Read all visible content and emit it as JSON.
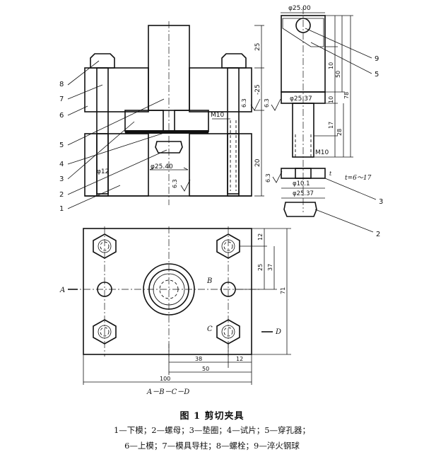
{
  "figure": {
    "title": "图 1   剪切夹具",
    "legend_line1": "1—下模；2—螺母；3—垫圈；4—试片；5—穿孔器；",
    "legend_line2": "6—上模；7—模具导柱；8—螺栓；9—淬火钢球"
  },
  "part_labels": {
    "left_8": "8",
    "left_7": "7",
    "left_6": "6",
    "left_5": "5",
    "left_4": "4",
    "left_3": "3",
    "left_2": "2",
    "left_1": "1",
    "right_9": "9",
    "right_5": "5",
    "right_3": "3",
    "right_2": "2"
  },
  "dimensions": {
    "dia_25_00": "φ25.00",
    "dia_25_37_punch": "φ25.37",
    "dia_25_40": "φ25.40",
    "dia_12": "φ12",
    "dia_10_1": "φ10.1",
    "dia_25_37_washer": "φ25.37",
    "thread_m10_left": "M10",
    "thread_m10_right": "M10",
    "rough_6_3_a": "6.3",
    "rough_6_3_b": "6.3",
    "rough_6_3_c": "6.3",
    "rough_6_3_d": "6.3",
    "tol_t": "t=6～17",
    "tol_t_small": "t",
    "d25": "25",
    "d_25neg": "-25",
    "d20": "20",
    "d10a": "10",
    "d50": "50",
    "d78": "78",
    "d10b": "10",
    "d17": "17",
    "d28": "28",
    "d12": "12",
    "d25b": "25",
    "d37": "37",
    "d71": "71",
    "d38": "38",
    "d12b": "12",
    "d50b": "50",
    "d100": "100"
  },
  "section": {
    "A": "A",
    "B": "B",
    "C": "C",
    "D": "D",
    "title": "A－B－C－D"
  }
}
